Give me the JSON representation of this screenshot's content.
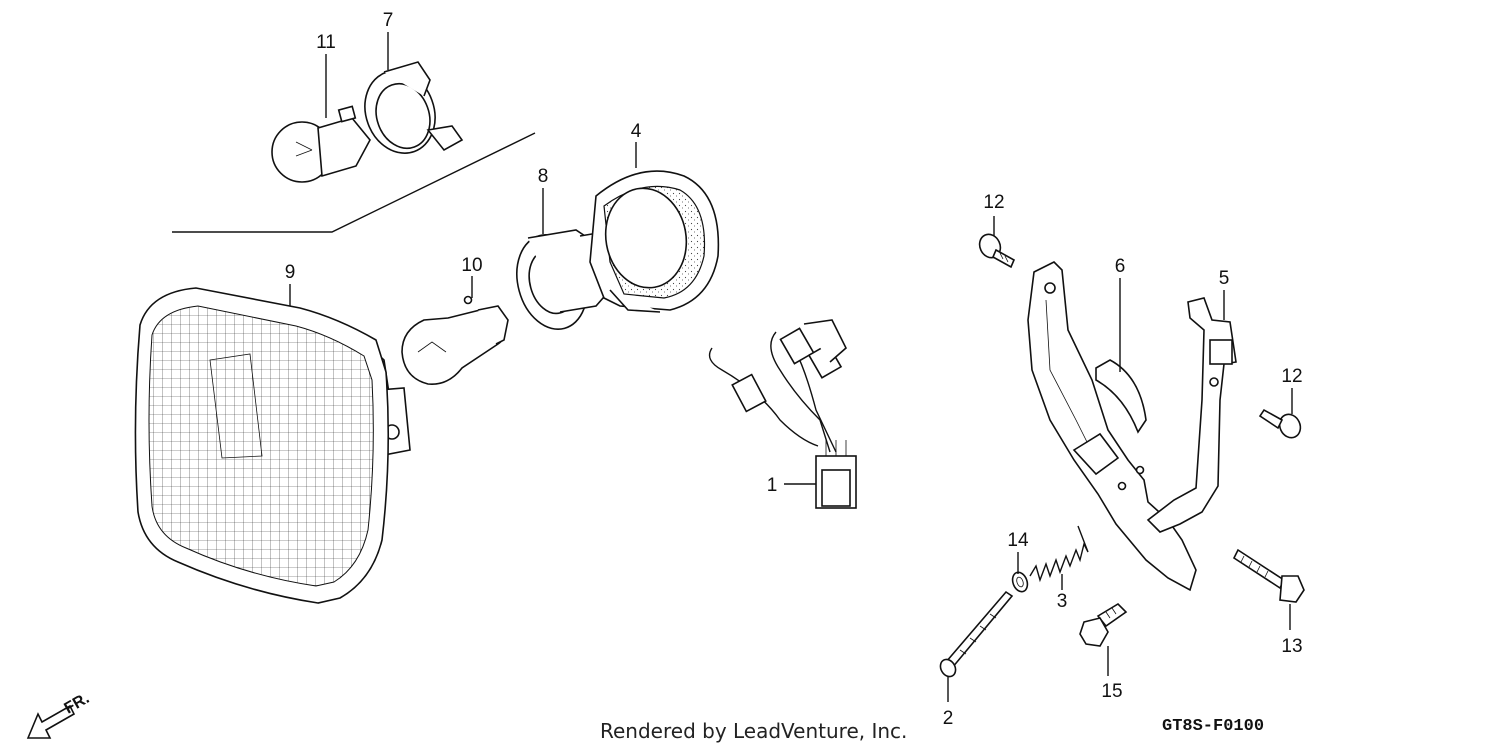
{
  "callouts": {
    "p1": "1",
    "p2": "2",
    "p3": "3",
    "p4": "4",
    "p5": "5",
    "p6": "6",
    "p7": "7",
    "p8": "8",
    "p9": "9",
    "p10": "10",
    "p11": "11",
    "p12a": "12",
    "p12b": "12",
    "p13": "13",
    "p14": "14",
    "p15": "15"
  },
  "footer": {
    "credit": "Rendered by LeadVenture, Inc.",
    "code": "GT8S-F0100",
    "direction": "FR."
  }
}
